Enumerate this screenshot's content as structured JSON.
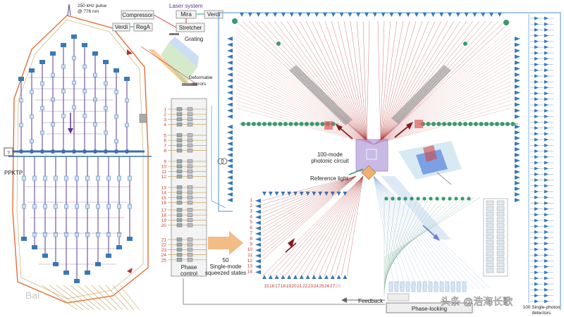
{
  "laser": {
    "pulse_line1": "250 kHz pulse",
    "pulse_line2": "@ 776 nm",
    "system_title": "Laser system",
    "compressor": "Compressor",
    "rega": "RegA",
    "verdi_left": "Verdi",
    "mira": "Mira",
    "verdi_right": "Verdi",
    "stretcher": "Stretcher",
    "grating": "Grating",
    "deformable_1": "Deformable",
    "deformable_2": "mirrors"
  },
  "source": {
    "ppktp": "PPKTP",
    "question": "?"
  },
  "phase_control": {
    "label_1": "Phase",
    "label_2": "control",
    "channels": [
      "1",
      "2",
      "3",
      "4",
      "5",
      "6",
      "7",
      "8",
      "9",
      "10",
      "11",
      "12",
      "13",
      "14",
      "15",
      "16",
      "17",
      "18",
      "19",
      "20",
      "21",
      "22",
      "23",
      "24",
      "25"
    ]
  },
  "squeezed": {
    "line1": "50",
    "line2": "Single-mode",
    "line3": "squeezed states"
  },
  "circuit": {
    "label_1": "100-mode",
    "label_2": "photonic circuit",
    "reference": "Reference light"
  },
  "lower_left_numbers": [
    "1",
    "2",
    "3",
    "4",
    "5",
    "6",
    "7",
    "8",
    "9",
    "10",
    "11",
    "12",
    "13",
    "14"
  ],
  "bottom_numbers": [
    "15",
    "16",
    "17",
    "18",
    "19",
    "20",
    "21",
    "22",
    "23",
    "24",
    "25",
    "26",
    "27",
    "28"
  ],
  "feedback": "Feedback",
  "phase_locking": "Phase-locking",
  "detectors_1": "100 Single-photon",
  "detectors_2": "detectors",
  "watermark_left": "Bai",
  "watermark_right": "头条 @浩海长歌"
}
